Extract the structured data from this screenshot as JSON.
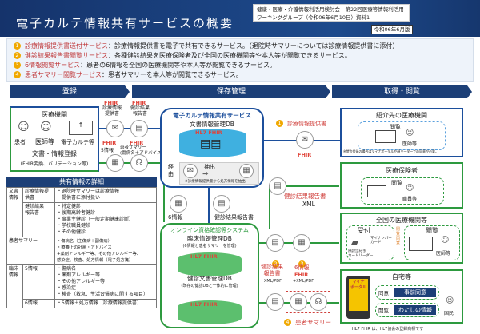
{
  "header": {
    "title": "電子カルテ情報共有サービスの概要",
    "meeting_line1": "健康・医療・介護情報利活用検討会　第22回医療等情報利活用",
    "meeting_line2": "ワーキンググループ（令和06年6月10日）資料1",
    "version": "令和06年6月版"
  },
  "services": [
    {
      "num": "1",
      "name": "診療情報提供書送付サービス",
      "desc": "：診療情報提供書を電子で共有できるサービス。（退院時サマリーについては診療情報提供書に添付）"
    },
    {
      "num": "2",
      "name": "健診結果報告書閲覧サービス",
      "desc": "：各種健診結果を医療保険者及び全国の医療機関等や本人等が閲覧できるサービス。"
    },
    {
      "num": "3",
      "name": "6情報閲覧サービス",
      "desc": "：患者の6情報を全国の医療機関等や本人等が閲覧できるサービス。"
    },
    {
      "num": "4",
      "name": "患者サマリー閲覧サービス",
      "desc": "：患者サマリーを本人等が閲覧できるサービス。"
    }
  ],
  "phases": [
    "登録",
    "保存管理",
    "取得・閲覧"
  ],
  "registration": {
    "title": "医療機関",
    "actors": [
      "患者",
      "医師等",
      "電子カルテ等"
    ],
    "action": "文書・情報登録",
    "note": "(FHIR変換、バリデーション等)",
    "docs": [
      "診療情報\n提供書",
      "健診結果\n報告書",
      "5情報",
      "患者サマリー\n(傷病名＋アドバイス)"
    ],
    "fhir": "FHIR"
  },
  "shared_info": {
    "title": "共有情報の詳細",
    "rows": [
      {
        "cat": "文書\n情報",
        "sub": "診療情報提\n供書",
        "items": "・退院時サマリーは診療情報\n　提供書に添付扱い"
      },
      {
        "cat": "",
        "sub": "健診結果\n報告書",
        "items": "・特定健診\n・後期高齢者健診\n・事業主健診（一般定期健康診断）\n・学校職員健診\n・その他健診"
      },
      {
        "cat": "患者サマリー",
        "sub": "",
        "items": "・傷病名（主傷病＋副傷病）\n・療養上の計画・アドバイス\n+薬剤アレルギー等、その他アレルギー等、\n感染症、検査、処方情報（電子処方箋）"
      },
      {
        "cat": "臨床情報",
        "sub": "5情報",
        "items": "・傷病名\n・薬剤アレルギー等\n・その他アレルギー等\n・感染症\n・検査（救急、生活習慣病に関する項目）"
      },
      {
        "cat": "",
        "sub": "6情報",
        "items": "・5情報＋処方情報（診療情報提供書）"
      }
    ]
  },
  "ehr_service": {
    "title": "電子カルテ情報共有サービス",
    "db": "文書情報管理DB",
    "hl7": "HL7 FHIR",
    "via": "経由",
    "extract": "抽出",
    "note": "※診療情報提供書から処方情報を抽出"
  },
  "online_system": {
    "title": "オンライン資格確認等システム",
    "db1": "臨床情報管理DB",
    "db1_note": "(6情報と患者サマリーを管理)",
    "db2": "健診文書管理DB",
    "db2_note": "(既存の健診DBと一体的に管理)",
    "hl7": "HL7 FHIR"
  },
  "flows": {
    "six_info": "6情報",
    "checkup_report": "健診結果報告書",
    "s1": "診療情報提供書",
    "s2_xml": "XML",
    "s2_label": "健診結果\n報告書",
    "s2_fmt": "XML/PDF",
    "s3_label": "6情報",
    "s3_fmt": "+XML/PDF",
    "s4": "患者サマリー"
  },
  "recipients": {
    "referral": {
      "title": "紹介先の医療機関",
      "view": "閲覧",
      "role": "医師等",
      "note": "※閲覧保留の場合はマイナポータルや顔リーダーでの同意が必要。"
    },
    "insurer": {
      "title": "医療保険者",
      "view": "閲覧",
      "role": "職員等"
    },
    "national": {
      "title": "全国の医療機関等",
      "reception": "受付",
      "card": "マイナンバー\nカード",
      "reader": "顔認証付き\nカードリーダー",
      "consent": "閲覧同意",
      "view": "閲覧",
      "role": "医師等"
    },
    "home": {
      "title": "自宅等",
      "portal": "マイナ\nポータル",
      "consent": "同意",
      "consent_btn": "事前同意",
      "view": "閲覧",
      "view_btn": "わたしの情報",
      "role": "国民"
    }
  },
  "footnote": "HL7 FHIR は、HL7協会の登録商標です",
  "colors": {
    "navy": "#1c3f77",
    "blue": "#1c4f9c",
    "green": "#2d9a3f",
    "red": "#d0403c",
    "orange": "#f0a800"
  }
}
